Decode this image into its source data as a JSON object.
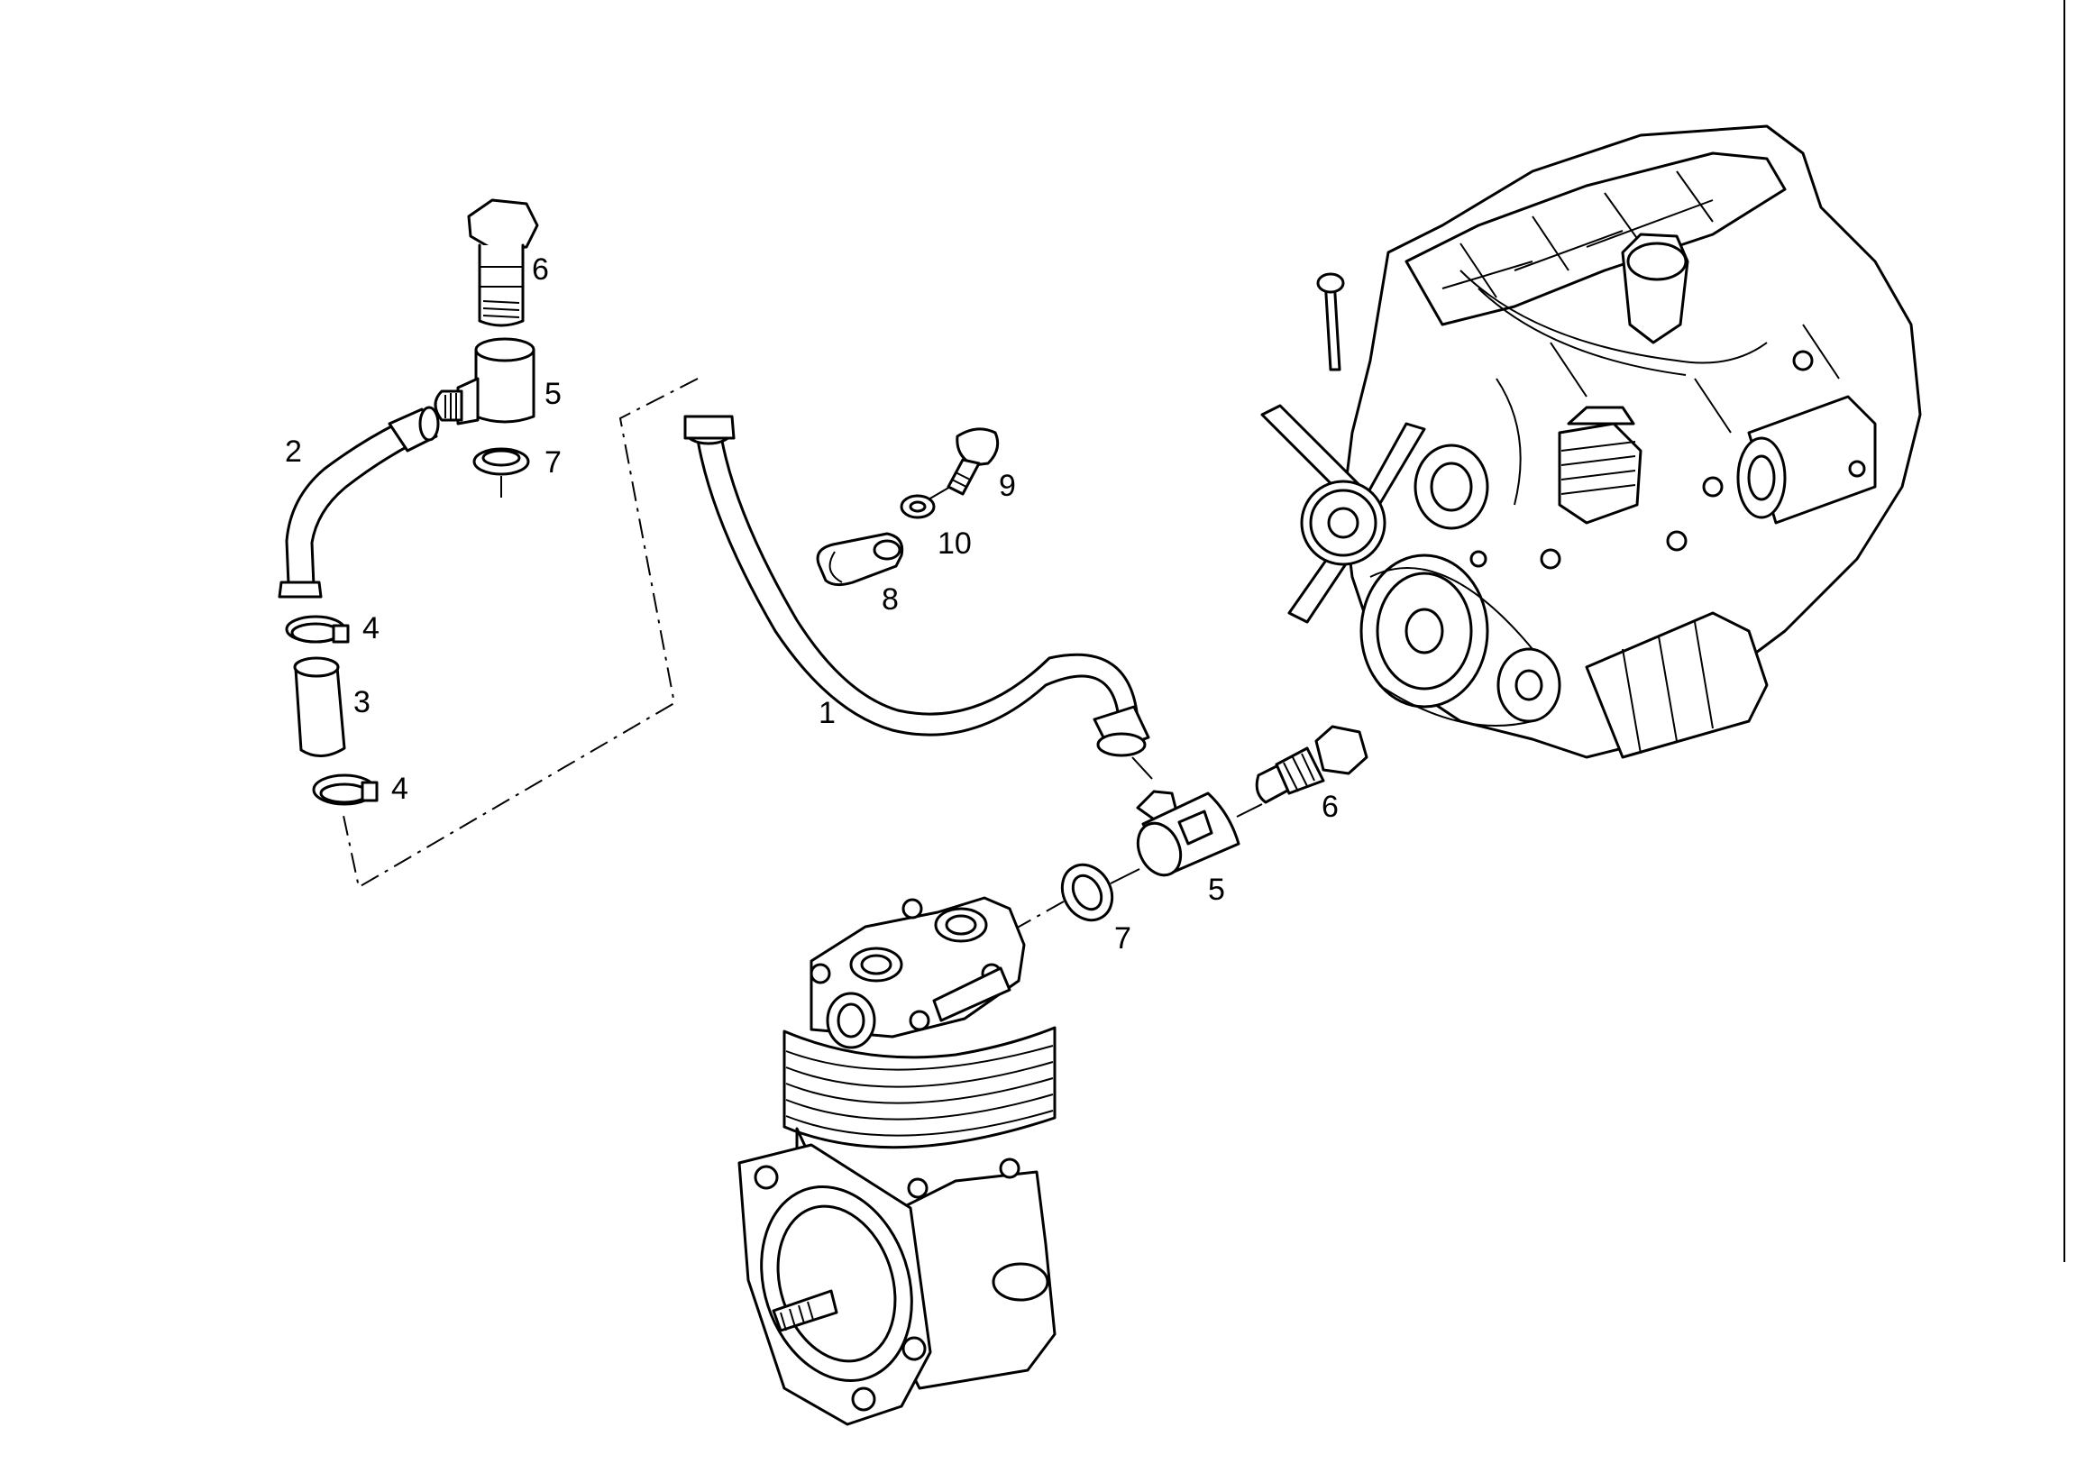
{
  "callouts": {
    "pipe_main": "1",
    "pipe_bent": "2",
    "hose_sleeve": "3",
    "clamp_upper": "4",
    "clamp_lower": "4",
    "tee_left": "5",
    "tee_right": "5",
    "banjo_bolt_left": "6",
    "banjo_bolt_right": "6",
    "seal_ring_left": "7",
    "seal_ring_right": "7",
    "pipe_clip": "8",
    "clip_screw": "9",
    "clip_washer": "10"
  }
}
